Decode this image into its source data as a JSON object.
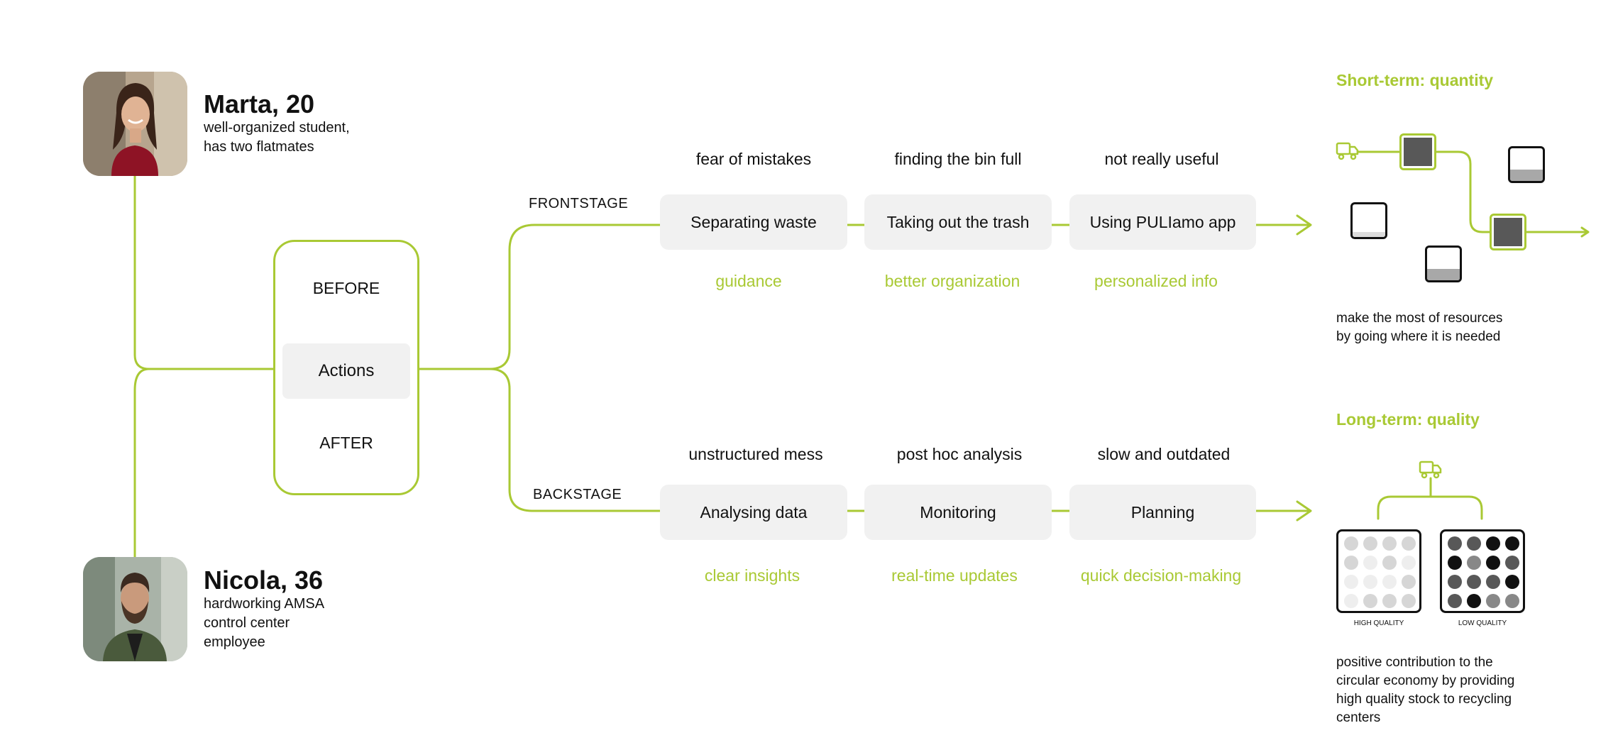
{
  "personas": [
    {
      "name": "Marta, 20",
      "desc": [
        "well-organized student,",
        "has two flatmates"
      ]
    },
    {
      "name": "Nicola, 36",
      "desc": [
        "hardworking AMSA",
        "control center",
        "employee"
      ]
    }
  ],
  "states": {
    "before": "BEFORE",
    "actions": "Actions",
    "after": "AFTER"
  },
  "frontstage": {
    "label": "FRONTSTAGE",
    "steps": [
      {
        "pain": "fear of mistakes",
        "action": "Separating waste",
        "gain": "guidance"
      },
      {
        "pain": "finding the bin full",
        "action": "Taking out the trash",
        "gain": "better organization"
      },
      {
        "pain": "not really useful",
        "action": "Using PULIamo app",
        "gain": "personalized info"
      }
    ]
  },
  "backstage": {
    "label": "BACKSTAGE",
    "steps": [
      {
        "pain": "unstructured mess",
        "action": "Analysing data",
        "gain": "clear insights"
      },
      {
        "pain": "post hoc analysis",
        "action": "Monitoring",
        "gain": "real-time updates"
      },
      {
        "pain": "slow and outdated",
        "action": "Planning",
        "gain": "quick decision-making"
      }
    ]
  },
  "short_term": {
    "title": "Short-term: quantity",
    "note": [
      "make the most of resources",
      "by going where it is needed"
    ],
    "bin_fill_levels": [
      0.85,
      0.85,
      0.35,
      0.15,
      0.35
    ]
  },
  "long_term": {
    "title": "Long-term: quality",
    "high_label": "HIGH QUALITY",
    "low_label": "LOW QUALITY",
    "note": [
      "positive contribution to the",
      "circular economy by providing",
      "high quality stock to recycling",
      "centers"
    ],
    "high_quality_dots": [
      "#d6d6d6",
      "#d6d6d6",
      "#d6d6d6",
      "#d6d6d6",
      "#d6d6d6",
      "#eeeeee",
      "#d6d6d6",
      "#eeeeee",
      "#eeeeee",
      "#eeeeee",
      "#eeeeee",
      "#d6d6d6",
      "#eeeeee",
      "#d6d6d6",
      "#d6d6d6",
      "#d6d6d6"
    ],
    "low_quality_dots": [
      "#585858",
      "#585858",
      "#111111",
      "#111111",
      "#111111",
      "#888888",
      "#111111",
      "#585858",
      "#585858",
      "#585858",
      "#585858",
      "#111111",
      "#585858",
      "#111111",
      "#888888",
      "#888888"
    ]
  },
  "colors": {
    "accent": "#a9c934",
    "pill": "#f1f1f1",
    "text": "#111111"
  },
  "icons": {
    "truck": "truck-icon",
    "arrow": "arrow-right-icon"
  }
}
